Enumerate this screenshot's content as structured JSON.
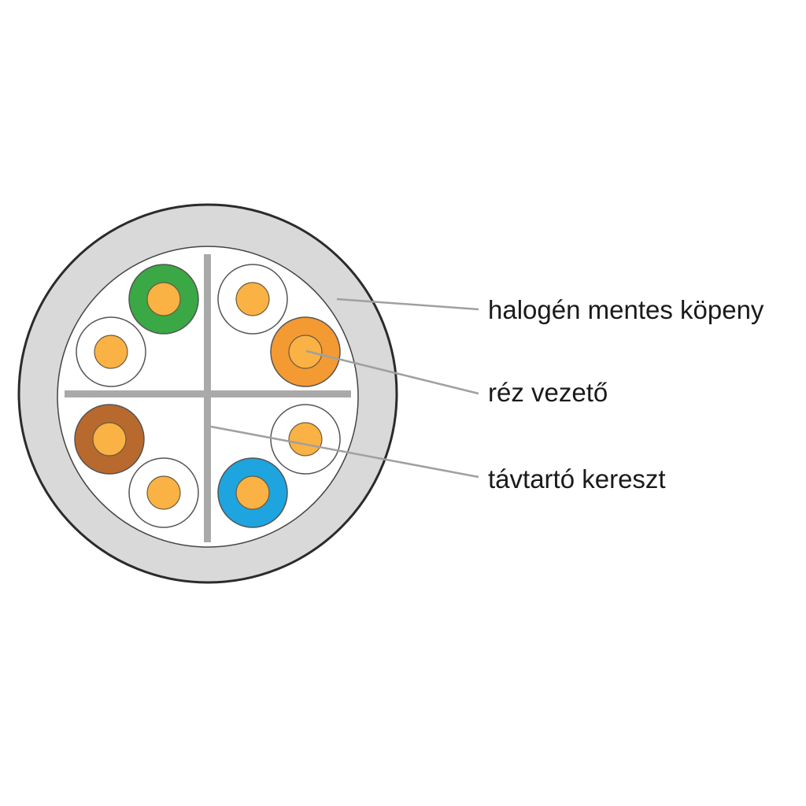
{
  "labels": {
    "jacket": "halogén mentes köpeny",
    "conductor": "réz vezető",
    "separator": "távtartó kereszt"
  },
  "colors": {
    "jacket": "#d9d9d9",
    "jacket_outline": "#2b2b2b",
    "core_background": "#ffffff",
    "separator": "#a9a9a9",
    "copper": "#f9b243",
    "wire_outline": "#555555",
    "leader_line": "#a0a0a0",
    "pairs": {
      "green": "#3aa844",
      "orange": "#f49a32",
      "brown": "#b8692e",
      "blue": "#1ea4df",
      "white": "#ffffff"
    }
  },
  "wires": [
    {
      "name": "green-wire",
      "color": "green"
    },
    {
      "name": "white-green-wire",
      "color": "white"
    },
    {
      "name": "white-orange-wire",
      "color": "white"
    },
    {
      "name": "orange-wire",
      "color": "orange"
    },
    {
      "name": "brown-wire",
      "color": "brown"
    },
    {
      "name": "white-brown-wire",
      "color": "white"
    },
    {
      "name": "white-blue-wire",
      "color": "white"
    },
    {
      "name": "blue-wire",
      "color": "blue"
    }
  ]
}
